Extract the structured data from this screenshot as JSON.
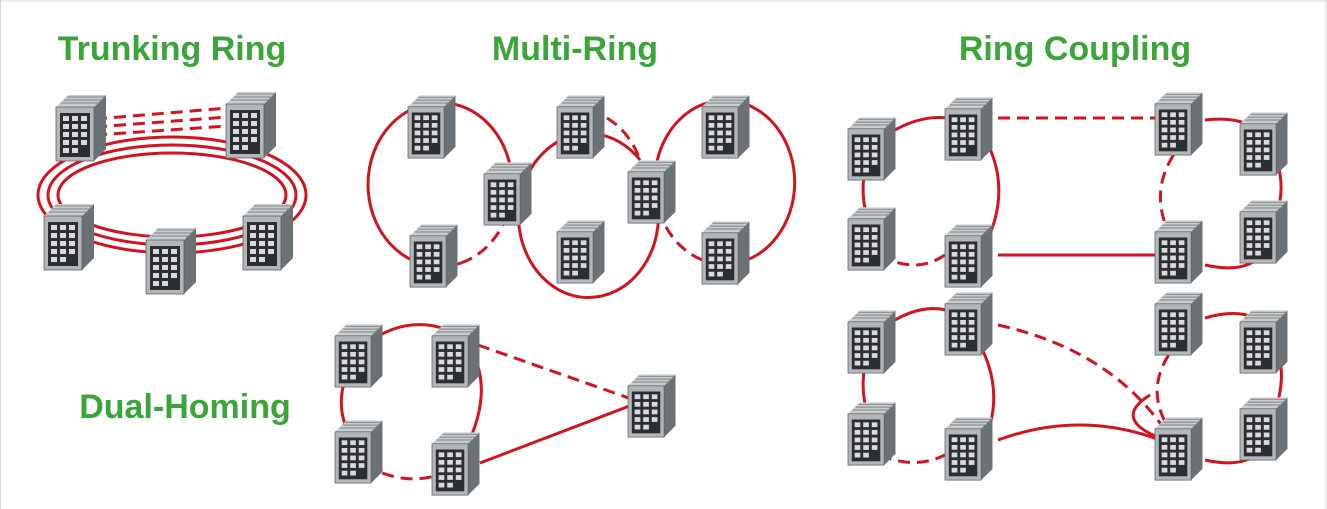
{
  "colors": {
    "title": "#3aa63a",
    "link": "#d6121f",
    "switch_body": "#9fa4a7",
    "frame": "#d9d9d9"
  },
  "titles": {
    "trunking_ring": "Trunking Ring",
    "multi_ring": "Multi-Ring",
    "ring_coupling": "Ring Coupling",
    "dual_homing": "Dual-Homing"
  },
  "icons": {
    "switch": "industrial-ethernet-switch-icon"
  }
}
